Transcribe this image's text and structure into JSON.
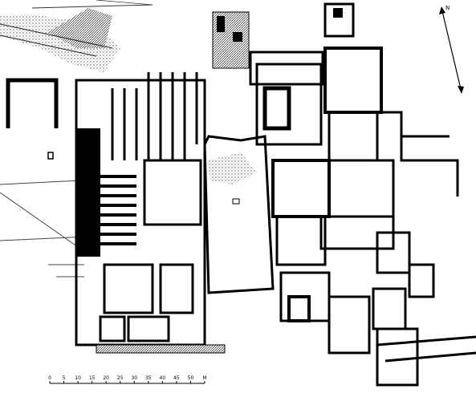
{
  "figure": {
    "kind": "archaeological site plan",
    "ink_color": "#000000",
    "hatch_color": "#6a6a6a",
    "paper_color": "#ffffff"
  },
  "north_arrow": {
    "label": "N",
    "icon": "north-arrow-icon"
  },
  "scale_bar": {
    "ticks": [
      "0",
      "5",
      "10",
      "15",
      "20",
      "25",
      "30",
      "35",
      "40",
      "45",
      "50",
      "M"
    ]
  }
}
